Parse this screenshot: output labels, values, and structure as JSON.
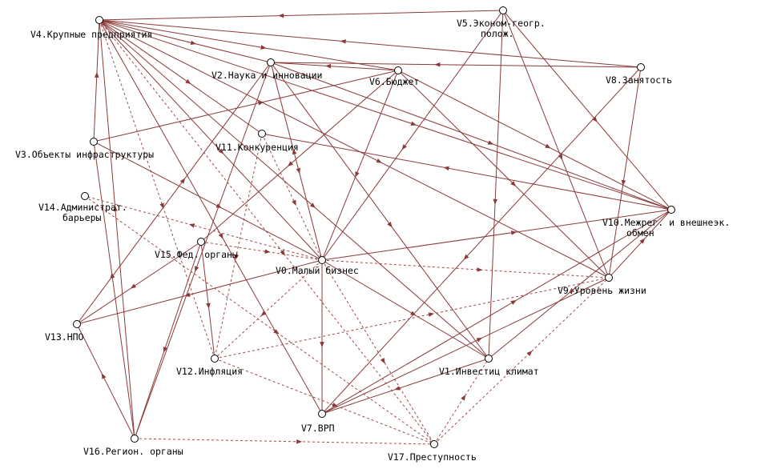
{
  "nodes": [
    {
      "id": "V0",
      "label": "V0.Малый бизнес"
    },
    {
      "id": "V1",
      "label": "V1.Инвестиц климат"
    },
    {
      "id": "V2",
      "label": "V2.Наука и инновации"
    },
    {
      "id": "V3",
      "label": "V3.Объекты инфраструктуры"
    },
    {
      "id": "V4",
      "label": "V4.Крупные предприятия"
    },
    {
      "id": "V5",
      "label": "V5.Эконом-геогр.",
      "label2": "полож."
    },
    {
      "id": "V6",
      "label": "V6.Бюджет"
    },
    {
      "id": "V7",
      "label": "V7.ВРП"
    },
    {
      "id": "V8",
      "label": "V8.Занятость"
    },
    {
      "id": "V9",
      "label": "V9.Уровень жизни"
    },
    {
      "id": "V10",
      "label": "V10.Межрег. и внешнеэк.",
      "label2": "обмен"
    },
    {
      "id": "V11",
      "label": "V11.Конкуренция"
    },
    {
      "id": "V12",
      "label": "V12.Инфляция"
    },
    {
      "id": "V13",
      "label": "V13.НПО"
    },
    {
      "id": "V14",
      "label": "V14.Администрат.",
      "label2": "барьеры"
    },
    {
      "id": "V15",
      "label": "V15.Фед. органы"
    },
    {
      "id": "V16",
      "label": "V16.Регион. органы"
    },
    {
      "id": "V17",
      "label": "V17.Преступность"
    }
  ],
  "edges": [
    {
      "from": "V5",
      "to": "V4",
      "style": "solid"
    },
    {
      "from": "V4",
      "to": "V6",
      "style": "solid"
    },
    {
      "from": "V8",
      "to": "V4",
      "style": "solid"
    },
    {
      "from": "V6",
      "to": "V2",
      "style": "solid"
    },
    {
      "from": "V8",
      "to": "V2",
      "style": "solid"
    },
    {
      "from": "V4",
      "to": "V2",
      "style": "solid"
    },
    {
      "from": "V3",
      "to": "V4",
      "style": "solid"
    },
    {
      "from": "V16",
      "to": "V4",
      "style": "solid"
    },
    {
      "from": "V4",
      "to": "V10",
      "style": "solid"
    },
    {
      "from": "V4",
      "to": "V9",
      "style": "solid"
    },
    {
      "from": "V4",
      "to": "V0",
      "style": "solid"
    },
    {
      "from": "V4",
      "to": "V7",
      "style": "solid"
    },
    {
      "from": "V4",
      "to": "V11",
      "style": "solid"
    },
    {
      "from": "V4",
      "to": "V12",
      "style": "dashed"
    },
    {
      "from": "V4",
      "to": "V1",
      "style": "solid"
    },
    {
      "from": "V5",
      "to": "V1",
      "style": "solid"
    },
    {
      "from": "V5",
      "to": "V0",
      "style": "solid"
    },
    {
      "from": "V5",
      "to": "V9",
      "style": "solid"
    },
    {
      "from": "V5",
      "to": "V10",
      "style": "solid"
    },
    {
      "from": "V8",
      "to": "V9",
      "style": "solid"
    },
    {
      "from": "V8",
      "to": "V7",
      "style": "solid"
    },
    {
      "from": "V6",
      "to": "V0",
      "style": "solid"
    },
    {
      "from": "V6",
      "to": "V10",
      "style": "solid"
    },
    {
      "from": "V6",
      "to": "V9",
      "style": "solid"
    },
    {
      "from": "V6",
      "to": "V15",
      "style": "solid"
    },
    {
      "from": "V2",
      "to": "V0",
      "style": "solid"
    },
    {
      "from": "V2",
      "to": "V1",
      "style": "solid"
    },
    {
      "from": "V2",
      "to": "V10",
      "style": "solid"
    },
    {
      "from": "V2",
      "to": "V16",
      "style": "solid"
    },
    {
      "from": "V3",
      "to": "V6",
      "style": "solid"
    },
    {
      "from": "V3",
      "to": "V0",
      "style": "solid"
    },
    {
      "from": "V11",
      "to": "V0",
      "style": "dashed"
    },
    {
      "from": "V11",
      "to": "V12",
      "style": "dashed"
    },
    {
      "from": "V0",
      "to": "V14",
      "style": "dashed"
    },
    {
      "from": "V0",
      "to": "V2",
      "style": "dashed"
    },
    {
      "from": "V0",
      "to": "V10",
      "style": "solid"
    },
    {
      "from": "V0",
      "to": "V9",
      "style": "dashed"
    },
    {
      "from": "V0",
      "to": "V7",
      "style": "solid"
    },
    {
      "from": "V0",
      "to": "V1",
      "style": "solid"
    },
    {
      "from": "V0",
      "to": "V13",
      "style": "solid"
    },
    {
      "from": "V0",
      "to": "V17",
      "style": "dashed"
    },
    {
      "from": "V0",
      "to": "V12",
      "style": "dashed"
    },
    {
      "from": "V15",
      "to": "V0",
      "style": "dashed"
    },
    {
      "from": "V14",
      "to": "V17",
      "style": "dashed"
    },
    {
      "from": "V15",
      "to": "V12",
      "style": "solid"
    },
    {
      "from": "V15",
      "to": "V13",
      "style": "solid"
    },
    {
      "from": "V15",
      "to": "V16",
      "style": "solid"
    },
    {
      "from": "V13",
      "to": "V2",
      "style": "solid"
    },
    {
      "from": "V16",
      "to": "V17",
      "style": "dashed"
    },
    {
      "from": "V16",
      "to": "V3",
      "style": "solid"
    },
    {
      "from": "V16",
      "to": "V13",
      "style": "solid"
    },
    {
      "from": "V7",
      "to": "V10",
      "style": "solid"
    },
    {
      "from": "V7",
      "to": "V9",
      "style": "solid"
    },
    {
      "from": "V1",
      "to": "V7",
      "style": "solid"
    },
    {
      "from": "V12",
      "to": "V9",
      "style": "dashed"
    },
    {
      "from": "V12",
      "to": "V17",
      "style": "dashed"
    },
    {
      "from": "V17",
      "to": "V9",
      "style": "dashed"
    },
    {
      "from": "V17",
      "to": "V1",
      "style": "dashed"
    },
    {
      "from": "V9",
      "to": "V10",
      "style": "solid"
    },
    {
      "from": "V10",
      "to": "V1",
      "style": "solid"
    },
    {
      "from": "V10",
      "to": "V11",
      "style": "solid"
    },
    {
      "from": "V4",
      "to": "V17",
      "style": "dashed"
    }
  ]
}
